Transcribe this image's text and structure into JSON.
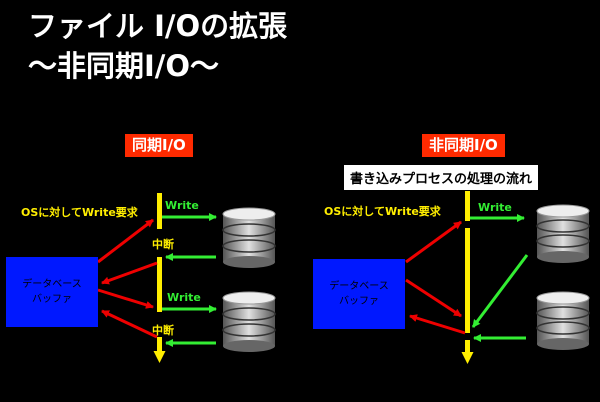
{
  "title": {
    "line1": "ファイル I/Oの拡張",
    "line2": "～非同期I/O～"
  },
  "sync": {
    "heading": "同期I/O",
    "request_label": "OSに対してWrite要求",
    "write_label_1": "Write",
    "write_label_2": "Write",
    "pause_label_1": "中断",
    "pause_label_2": "中断",
    "buffer_line1": "データベース",
    "buffer_line2": "バッファ"
  },
  "async": {
    "heading": "非同期I/O",
    "note": "書き込みプロセスの処理の流れ",
    "request_label": "OSに対してWrite要求",
    "write_label": "Write",
    "buffer_line1": "データベース",
    "buffer_line2": "バッファ"
  },
  "colors": {
    "background": "#000000",
    "heading_bg": "#ff2a00",
    "buffer": "#0018ff",
    "flow": "#ffee00",
    "write_arrow": "#33ee33",
    "buffer_arrow": "#ee0000"
  },
  "icons": [
    "database-icon",
    "arrow-icon"
  ]
}
